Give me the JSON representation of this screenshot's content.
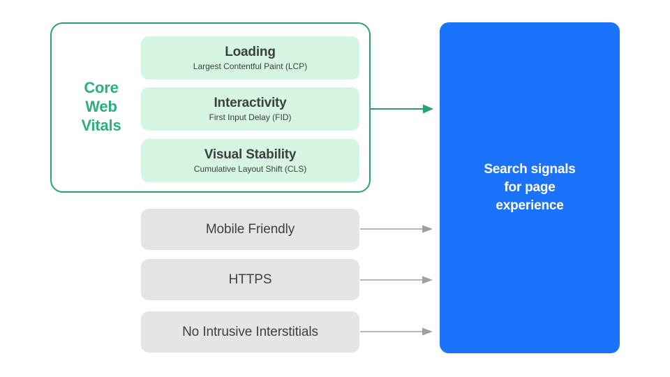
{
  "diagram": {
    "title": "Search signals for page experience",
    "colors": {
      "green_accent": "#2BAF7F",
      "green_border": "#2BA077",
      "mint_card": "#D6F5E3",
      "gray_card": "#E5E5E7",
      "blue_box": "#1B72FB",
      "text_dark": "#3C4043",
      "text_white": "#FFFFFF",
      "gray_arrow": "#9AA0A6"
    }
  },
  "core_web_vitals": {
    "group_label": "Core\nWeb\nVitals",
    "group_label_lines": [
      "Core",
      "Web",
      "Vitals"
    ],
    "items": [
      {
        "title": "Loading",
        "subtitle": "Largest Contentful Paint (LCP)"
      },
      {
        "title": "Interactivity",
        "subtitle": "First Input Delay (FID)"
      },
      {
        "title": "Visual Stability",
        "subtitle": "Cumulative Layout Shift (CLS)"
      }
    ]
  },
  "other_signals": {
    "items": [
      {
        "label": "Mobile Friendly"
      },
      {
        "label": "HTTPS"
      },
      {
        "label": "No Intrusive Interstitials"
      }
    ]
  },
  "outcome": {
    "text": "Search signals\nfor page\nexperience"
  }
}
